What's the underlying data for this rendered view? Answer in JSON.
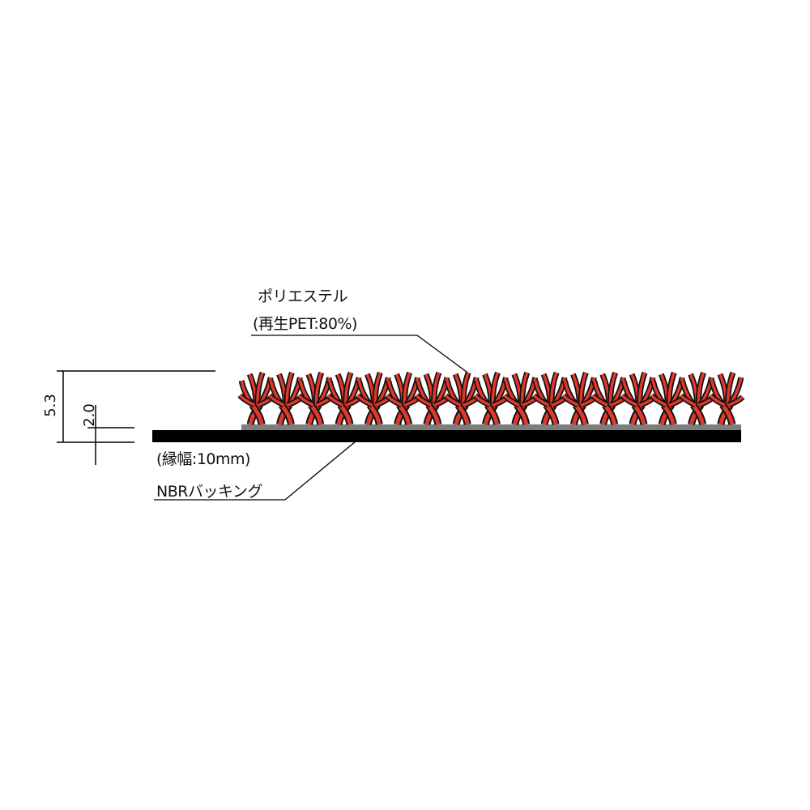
{
  "labels": {
    "material_line1": "ポリエステル",
    "material_line2": "(再生PET:80%)",
    "edge_width": "(縁幅:10mm)",
    "backing": "NBRバッキング"
  },
  "dimensions": {
    "total_height": "5.3",
    "backing_height": "2.0"
  },
  "colors": {
    "fiber": "#e0392b",
    "fiber_dark": "#111111",
    "base_strip": "#7a7f7c",
    "backing": "#000000"
  },
  "tuft_count": 17
}
